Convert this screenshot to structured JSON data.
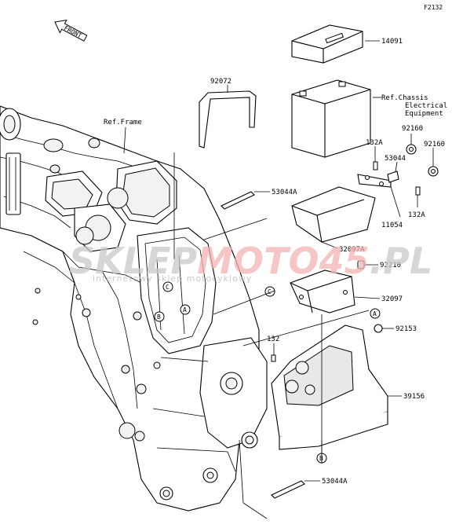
{
  "diagram_code": "F2132",
  "front_label": "FRONT",
  "refs": {
    "frame": "Ref.Frame",
    "chassis_line1": "Ref.Chassis",
    "chassis_line2": "Electrical",
    "chassis_line3": "Equipment"
  },
  "parts": {
    "p14091": "14091",
    "p92072": "92072",
    "p53044A_top": "53044A",
    "p132A_top": "132A",
    "p92160_a": "92160",
    "p92160_b": "92160",
    "p53044": "53044",
    "p132A_bottom": "132A",
    "p11054": "11054",
    "p32097A": "32097A",
    "p92210": "92210",
    "p32097": "32097",
    "p92153": "92153",
    "p132": "132",
    "p39156": "39156",
    "p53044A_bottom": "53044A"
  },
  "callouts": {
    "A": "A",
    "B": "B",
    "C": "C"
  },
  "watermark": {
    "part1": "SKLEP",
    "part2": "MOTO",
    "part3": "45",
    "part4": ".PL",
    "subtitle": "internetowy sklep motocyklowy",
    "colors": {
      "gray": "#c9c9c9",
      "red": "#f3b3b3"
    }
  }
}
